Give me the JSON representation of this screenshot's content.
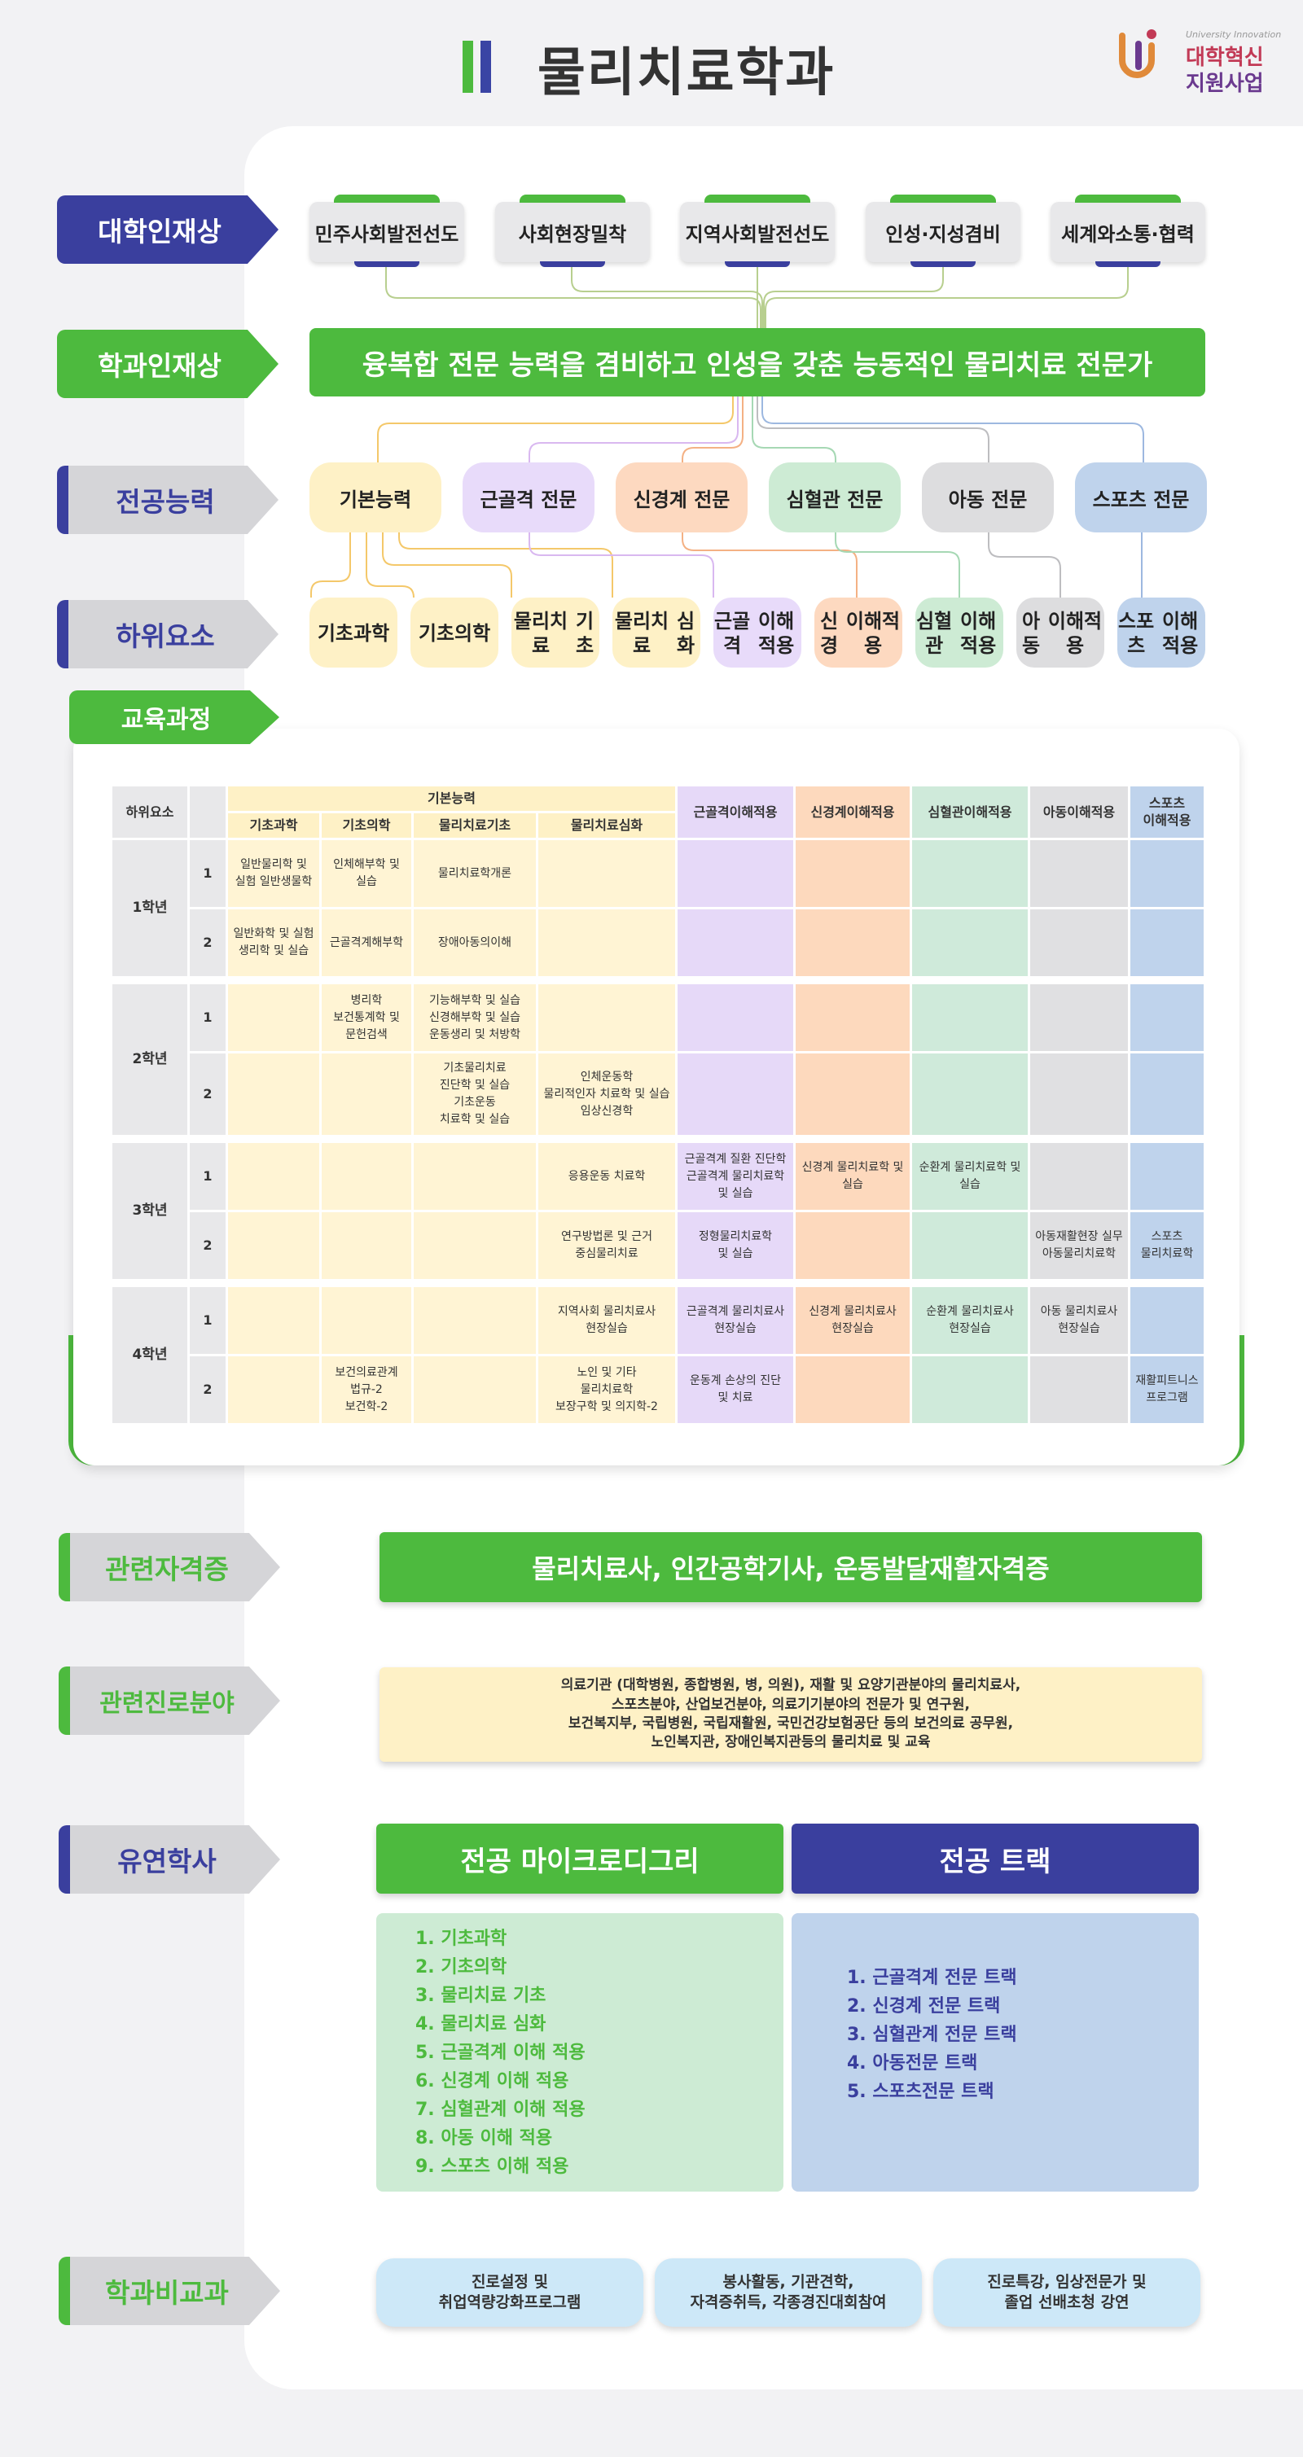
{
  "header": {
    "title": "물리치료학과",
    "logo_small": "University Innovation",
    "logo_line1": "대학혁신",
    "logo_line2": "지원사업"
  },
  "row_labels": {
    "univ": "대학인재상",
    "dept": "학과인재상",
    "major": "전공능력",
    "sub": "하위요소",
    "edu": "교육과정",
    "cert": "관련자격증",
    "career": "관련진로분야",
    "flex": "유연학사",
    "extra": "학과비교과"
  },
  "univ_ideals": [
    "민주사회발전선도",
    "사회현장밀착",
    "지역사회발전선도",
    "인성·지성겸비",
    "세계와소통·협력"
  ],
  "dept_ideal": "융복합 전문 능력을 겸비하고 인성을 갖춘 능동적인 물리치료 전문가",
  "competencies": [
    "기본능력",
    "근골격 전문",
    "신경계  전문",
    "심혈관 전문",
    "아동 전문",
    "스포츠 전문"
  ],
  "sub_elements": [
    [
      "기초과학",
      ""
    ],
    [
      "기초의학",
      ""
    ],
    [
      "물리치료",
      "기초"
    ],
    [
      "물리치료",
      "심화"
    ],
    [
      "근골격",
      "이해적용"
    ],
    [
      "신경",
      "이해적용"
    ],
    [
      "심혈관",
      "이해적용"
    ],
    [
      "아동",
      "이해적용"
    ],
    [
      "스포츠",
      "이해적용"
    ]
  ],
  "curriculum": {
    "h_sub": "하위요소",
    "h_basic": "기본능력",
    "h_cols": [
      "기초과학",
      "기초의학",
      "물리치료기초",
      "물리치료심화",
      "근골격이해적용",
      "신경계이해적용",
      "심혈관이해적용",
      "아동이해적용",
      "스포츠\n이해적용"
    ],
    "years": [
      "1학년",
      "2학년",
      "3학년",
      "4학년"
    ],
    "sems": [
      "1",
      "2"
    ],
    "cells": [
      [
        "일반물리학 및\n실험 일반생물학",
        "인체해부학 및\n실습",
        "물리치료학개론",
        "",
        "",
        "",
        "",
        "",
        ""
      ],
      [
        "일반화학 및 실험\n생리학 및 실습",
        "근골격계해부학",
        "장애아동의이해",
        "",
        "",
        "",
        "",
        "",
        ""
      ],
      [
        "",
        "병리학\n보건통계학 및\n문헌검색",
        "기능해부학 및 실습\n신경해부학 및 실습\n운동생리 및 처방학",
        "",
        "",
        "",
        "",
        "",
        ""
      ],
      [
        "",
        "",
        "기초물리치료\n진단학 및 실습\n기초운동\n치료학 및 실습",
        "인체운동학\n물리적인자 치료학 및 실습\n임상신경학",
        "",
        "",
        "",
        "",
        ""
      ],
      [
        "",
        "",
        "",
        "응용운동 치료학",
        "근골격계 질환 진단학\n근골격계 물리치료학\n및 실습",
        "신경계 물리치료학 및\n실습",
        "순환계 물리치료학 및\n실습",
        "",
        ""
      ],
      [
        "",
        "",
        "",
        "연구방법론 및 근거\n중심물리치료",
        "정형물리치료학\n및 실습",
        "",
        "",
        "아동재활현장 실무\n아동물리치료학",
        "스포츠\n물리치료학"
      ],
      [
        "",
        "",
        "",
        "지역사회 물리치료사\n현장실습",
        "근골격계 물리치료사\n현장실습",
        "신경계 물리치료사\n현장실습",
        "순환계 물리치료사\n현장실습",
        "아동 물리치료사\n현장실습",
        ""
      ],
      [
        "",
        "보건의료관계\n법규-2\n보건학-2",
        "",
        "노인 및 기타\n물리치료학\n보장구학 및 의지학-2",
        "운동계 손상의 진단\n및 치료",
        "",
        "",
        "",
        "재활피트니스\n프로그램"
      ]
    ]
  },
  "certificates": "물리치료사, 인간공학기사, 운동발달재활자격증",
  "career_lines": [
    "의료기관 (대학병원, 종합병원, 병, 의원), 재활 및 요양기관분야의 물리치료사,",
    "스포츠분야, 산업보건분야, 의료기기분야의 전문가 및 연구원,",
    "보건복지부, 국립병원, 국립재활원, 국민건강보험공단 등의 보건의료 공무원,",
    "노인복지관, 장애인복지관등의 물리치료 및 교육"
  ],
  "micro": {
    "title": "전공 마이크로디그리",
    "items": [
      "1. 기초과학",
      "2. 기초의학",
      "3. 물리치료 기초",
      "4. 물리치료 심화",
      "5. 근골격계 이해 적용",
      "6. 신경계 이해 적용",
      "7. 심혈관계 이해 적용",
      "8. 아동 이해 적용",
      "9. 스포츠 이해 적용"
    ]
  },
  "track": {
    "title": "전공 트랙",
    "items": [
      "1. 근골격계 전문 트랙",
      "2. 신경계 전문 트랙",
      "3. 심혈관계 전문 트랙",
      "4. 아동전문 트랙",
      "5. 스포츠전문 트랙"
    ]
  },
  "extracurricular": [
    "진로설정 및\n취업역량강화프로그램",
    "봉사활동, 기관견학,\n자격증취득, 각종경진대회참여",
    "진로특강, 임상전문가 및\n졸업 선배초청 강연"
  ],
  "colors": {
    "green": "#4dba3e",
    "navy": "#3a3f9e",
    "basic": "#fef1c6",
    "msk": "#e8dbfa",
    "neuro": "#fdd9c0",
    "cardio": "#cdebd4",
    "child": "#dddddf",
    "sports": "#bfd3ec"
  }
}
